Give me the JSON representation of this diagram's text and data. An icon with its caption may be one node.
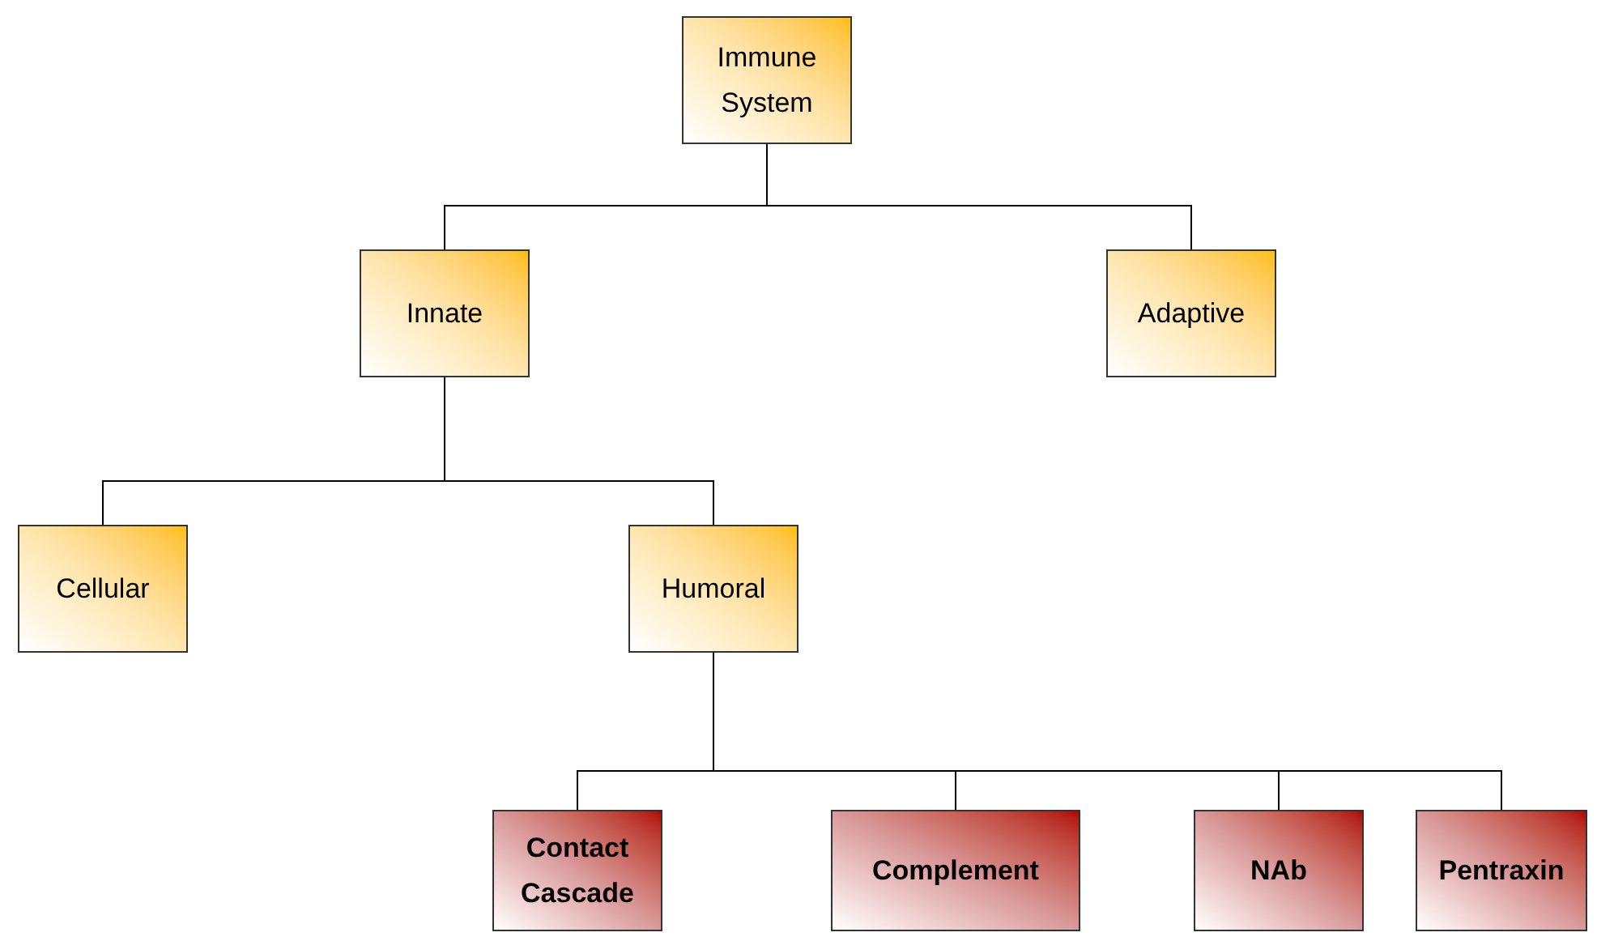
{
  "diagram": {
    "nodes": [
      {
        "text": [
          "Immune System"
        ]
      },
      {
        "text": [
          "Innate"
        ]
      },
      {
        "text": [
          "Adaptive"
        ]
      },
      {
        "text": [
          "Cellular"
        ]
      },
      {
        "text": [
          "Humoral"
        ]
      },
      {
        "text": [
          "Contact Cascade"
        ]
      },
      {
        "text": [
          "Complement"
        ]
      },
      {
        "text": [
          "NAb"
        ]
      },
      {
        "text": [
          "Pentraxin"
        ]
      }
    ],
    "edges": [
      {
        "from": 0,
        "to": 1,
        "arrow": "none"
      },
      {
        "from": 0,
        "to": 2,
        "arrow": "none"
      },
      {
        "from": 1,
        "to": 3,
        "arrow": "none"
      },
      {
        "from": 1,
        "to": 4,
        "arrow": "none"
      },
      {
        "from": 4,
        "to": 5,
        "arrow": "none"
      },
      {
        "from": 4,
        "to": 6,
        "arrow": "none"
      },
      {
        "from": 4,
        "to": 7,
        "arrow": "none"
      },
      {
        "from": 4,
        "to": 8,
        "arrow": "none"
      }
    ]
  }
}
